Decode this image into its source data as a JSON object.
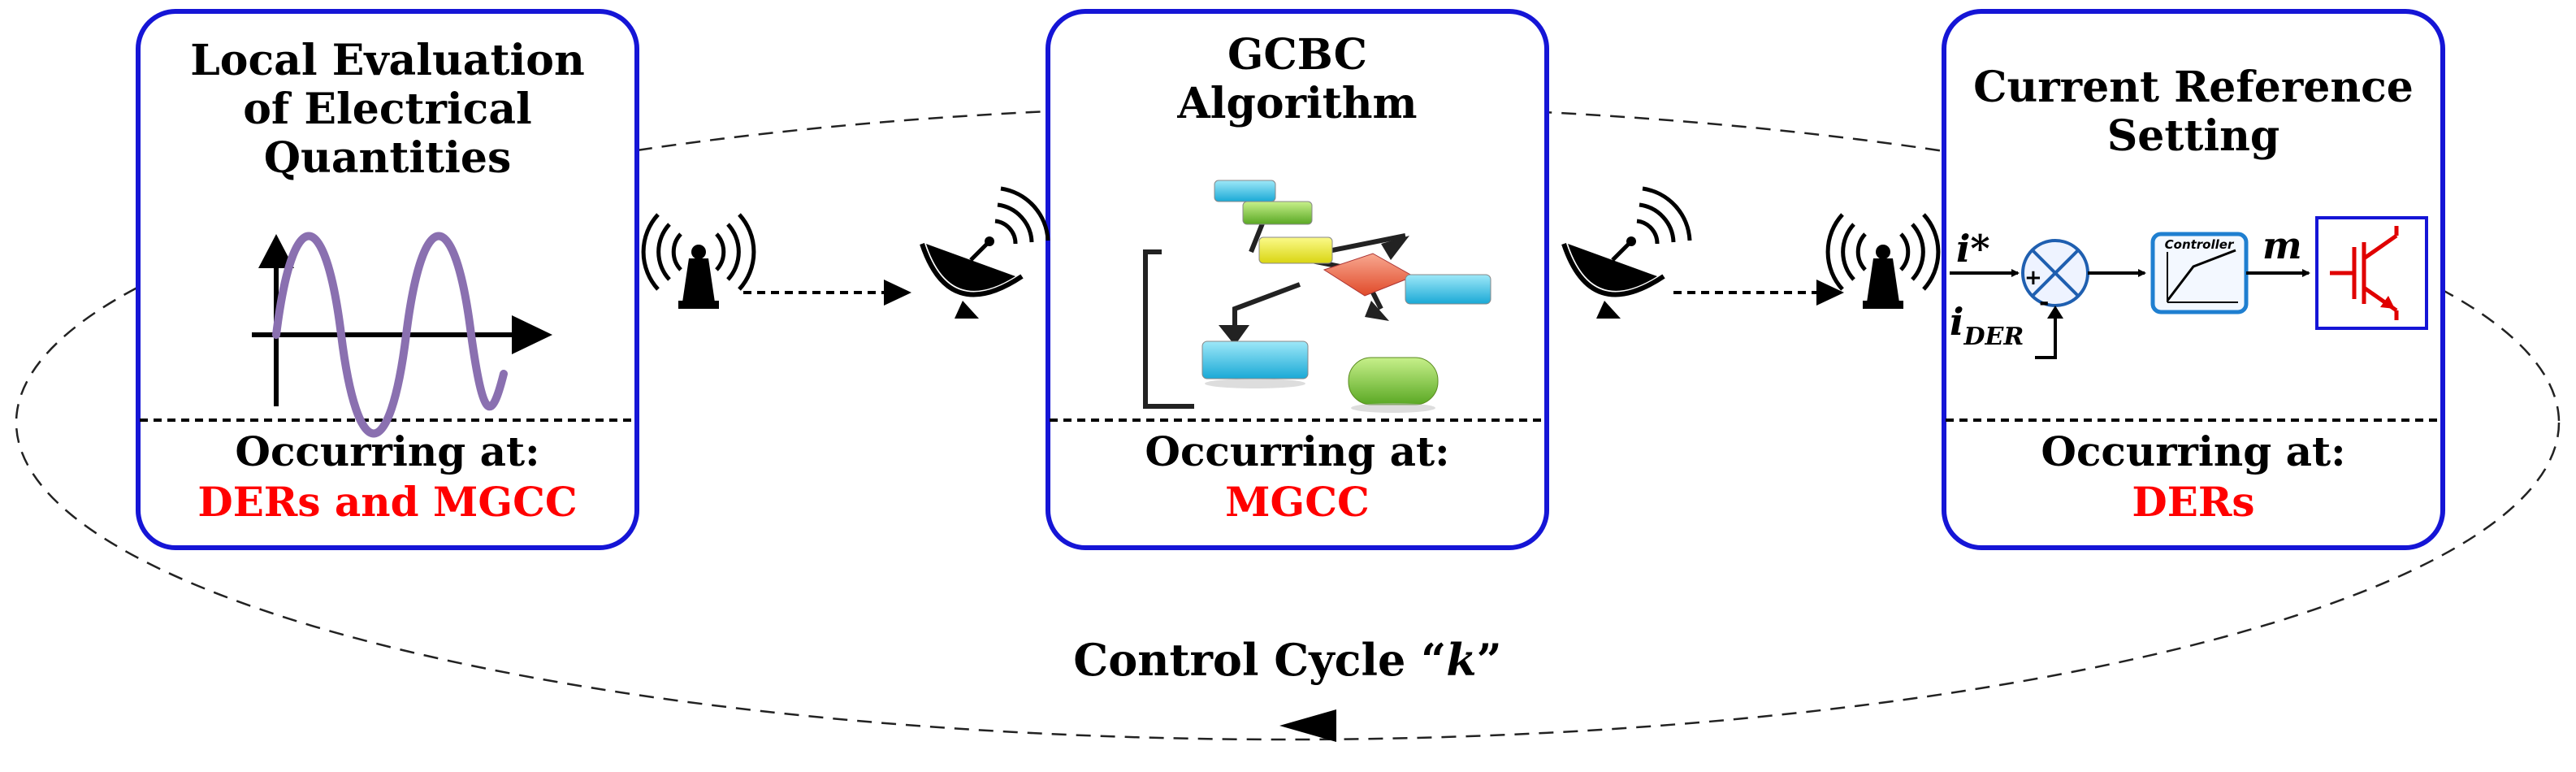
{
  "colors": {
    "box_border": "#1515d6",
    "location_red": "#ff0000",
    "wave_purple": "#8a70b0",
    "controller_blue": "#1f7fd0",
    "switch_red": "#e00000",
    "flow_yellow": "#f2ef2a",
    "flow_cyan": "#35c8e8",
    "flow_green": "#7cc83a",
    "flow_orange": "#ef6b4a"
  },
  "boxes": [
    {
      "title_lines": [
        "Local Evaluation",
        "of Electrical",
        "Quantities"
      ],
      "occurring_label": "Occurring at:",
      "location": "DERs and MGCC"
    },
    {
      "title_lines": [
        "GCBC",
        "Algorithm"
      ],
      "occurring_label": "Occurring at:",
      "location": "MGCC"
    },
    {
      "title_lines": [
        "Current Reference",
        "Setting"
      ],
      "occurring_label": "Occurring at:",
      "location": "DERs"
    }
  ],
  "control_block": {
    "input_ref": "i*",
    "input_meas_base": "i",
    "input_meas_sub": "DER",
    "plus": "+",
    "minus": "-",
    "controller_label": "Controller",
    "output": "m"
  },
  "cycle": {
    "label_prefix": "Control Cycle “",
    "label_var": "k",
    "label_suffix": "”"
  },
  "icons": [
    "antenna-tower-icon",
    "satellite-dish-icon",
    "flowchart-icon",
    "sine-wave-icon",
    "igbt-switch-icon",
    "summing-junction-icon"
  ]
}
